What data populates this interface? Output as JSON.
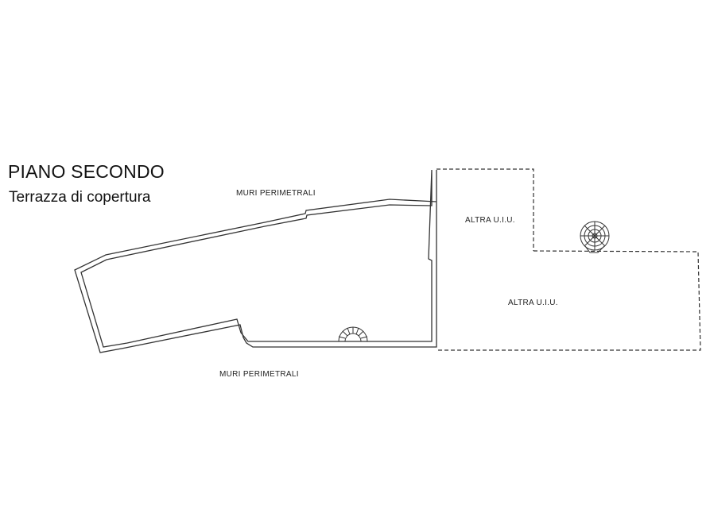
{
  "heading": {
    "title": "PIANO SECONDO",
    "subtitle": "Terrazza di copertura"
  },
  "labels": {
    "perimeter_walls_top": "MURI PERIMETRALI",
    "perimeter_walls_bottom": "MURI PERIMETRALI",
    "other_unit_upper": "ALTRA U.I.U.",
    "other_unit_lower": "ALTRA U.I.U."
  },
  "colors": {
    "line": "#333333",
    "background": "#ffffff"
  }
}
